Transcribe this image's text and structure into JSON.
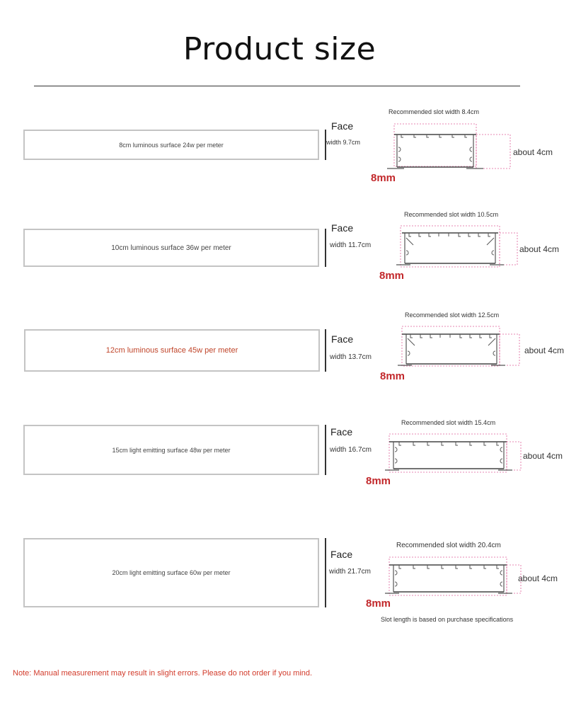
{
  "title": "Product size",
  "rows": [
    {
      "panel_text": "8cm luminous surface 24w per meter",
      "face_label": "Face",
      "face_width": "width 9.7cm",
      "slot_width": "Recommended slot width 8.4cm",
      "height": "about 4cm",
      "lip": "8mm"
    },
    {
      "panel_text": "10cm luminous surface 36w per meter",
      "face_label": "Face",
      "face_width": "width 11.7cm",
      "slot_width": "Recommended slot width 10.5cm",
      "height": "about 4cm",
      "lip": "8mm"
    },
    {
      "panel_text": "12cm luminous surface 45w per meter",
      "face_label": "Face",
      "face_width": "width 13.7cm",
      "slot_width": "Recommended slot width 12.5cm",
      "height": "about 4cm",
      "lip": "8mm"
    },
    {
      "panel_text": "15cm light emitting surface 48w per meter",
      "face_label": "Face",
      "face_width": "width 16.7cm",
      "slot_width": "Recommended slot width 15.4cm",
      "height": "about 4cm",
      "lip": "8mm"
    },
    {
      "panel_text": "20cm light emitting surface 60w per meter",
      "face_label": "Face",
      "face_width": "width 21.7cm",
      "slot_width": "Recommended slot width 20.4cm",
      "height": "about 4cm",
      "lip": "8mm"
    }
  ],
  "slot_length_note": "Slot length is based on purchase specifications",
  "note": "Note: Manual measurement may result in slight errors. Please do not order if you mind.",
  "colors": {
    "accent_red": "#c2282b",
    "guide_pink": "#e0609a",
    "panel_border": "#c4c4c4"
  }
}
